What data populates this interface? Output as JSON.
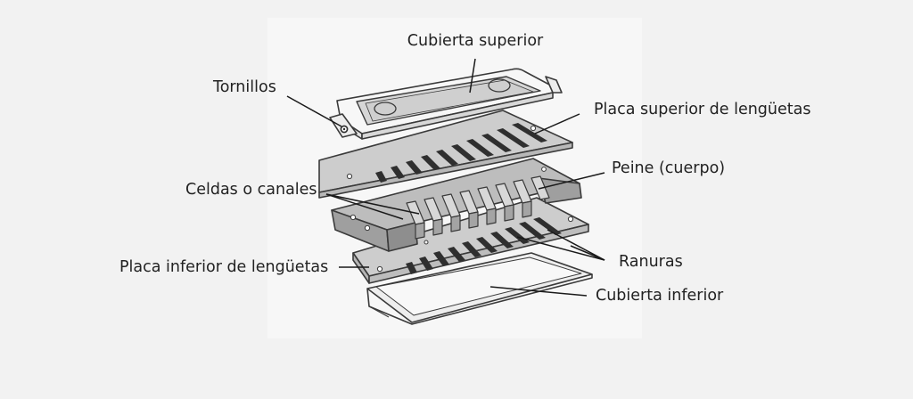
{
  "labels": {
    "top_cover": "Cubierta superior",
    "screws": "Tornillos",
    "top_reed_plate": "Placa superior de lengüetas",
    "comb": "Peine (cuerpo)",
    "cells": "Celdas o canales",
    "bottom_reed_plate": "Placa inferior de lengüetas",
    "slots": "Ranuras",
    "bottom_cover": "Cubierta inferior"
  },
  "colors": {
    "background": "#f2f2f2",
    "panel": "#f7f7f7",
    "outline": "#3a3a3a",
    "plate": "#cdcdcd",
    "comb": "#a9a9a9",
    "slot": "#2f2f2f",
    "text": "#222222",
    "leader": "#1a1a1a"
  }
}
